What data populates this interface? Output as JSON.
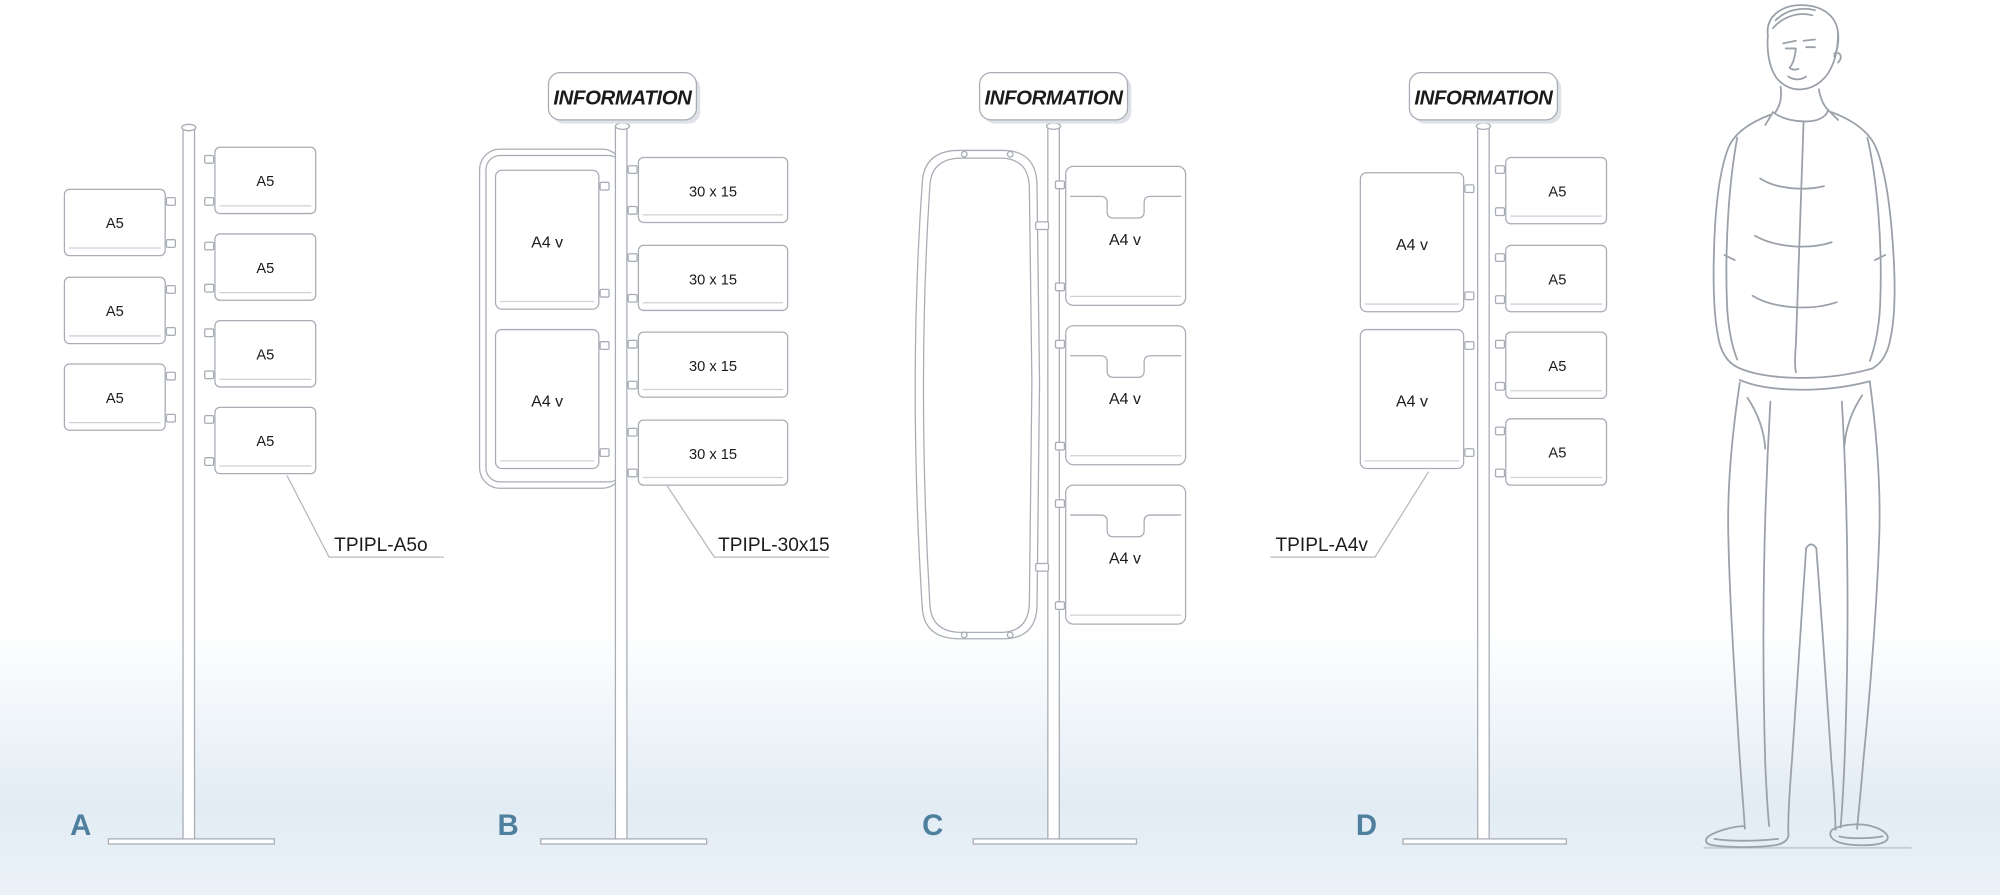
{
  "colors": {
    "line": "#a8adb5",
    "letter_accent": "#4e7f9f",
    "text": "#1b1b1b",
    "background_bottom": "#e2ecf4"
  },
  "stands": [
    {
      "letter": "A",
      "header": "",
      "product_code": "TPIPL-A5o",
      "left_pockets": [
        "A5",
        "A5",
        "A5"
      ],
      "right_pockets": [
        "A5",
        "A5",
        "A5",
        "A5"
      ]
    },
    {
      "letter": "B",
      "header": "INFORMATION",
      "product_code": "TPIPL-30x15",
      "left_pockets": [
        "A4 v",
        "A4 v"
      ],
      "right_pockets": [
        "30 x 15",
        "30 x 15",
        "30 x 15",
        "30 x 15"
      ]
    },
    {
      "letter": "C",
      "header": "INFORMATION",
      "product_code": "",
      "left_pockets": [],
      "right_pockets": [
        "A4 v",
        "A4 v",
        "A4 v"
      ]
    },
    {
      "letter": "D",
      "header": "INFORMATION",
      "product_code": "TPIPL-A4v",
      "left_pockets": [
        "A4 v",
        "A4 v"
      ],
      "right_pockets": [
        "A5",
        "A5",
        "A5",
        "A5"
      ]
    }
  ]
}
